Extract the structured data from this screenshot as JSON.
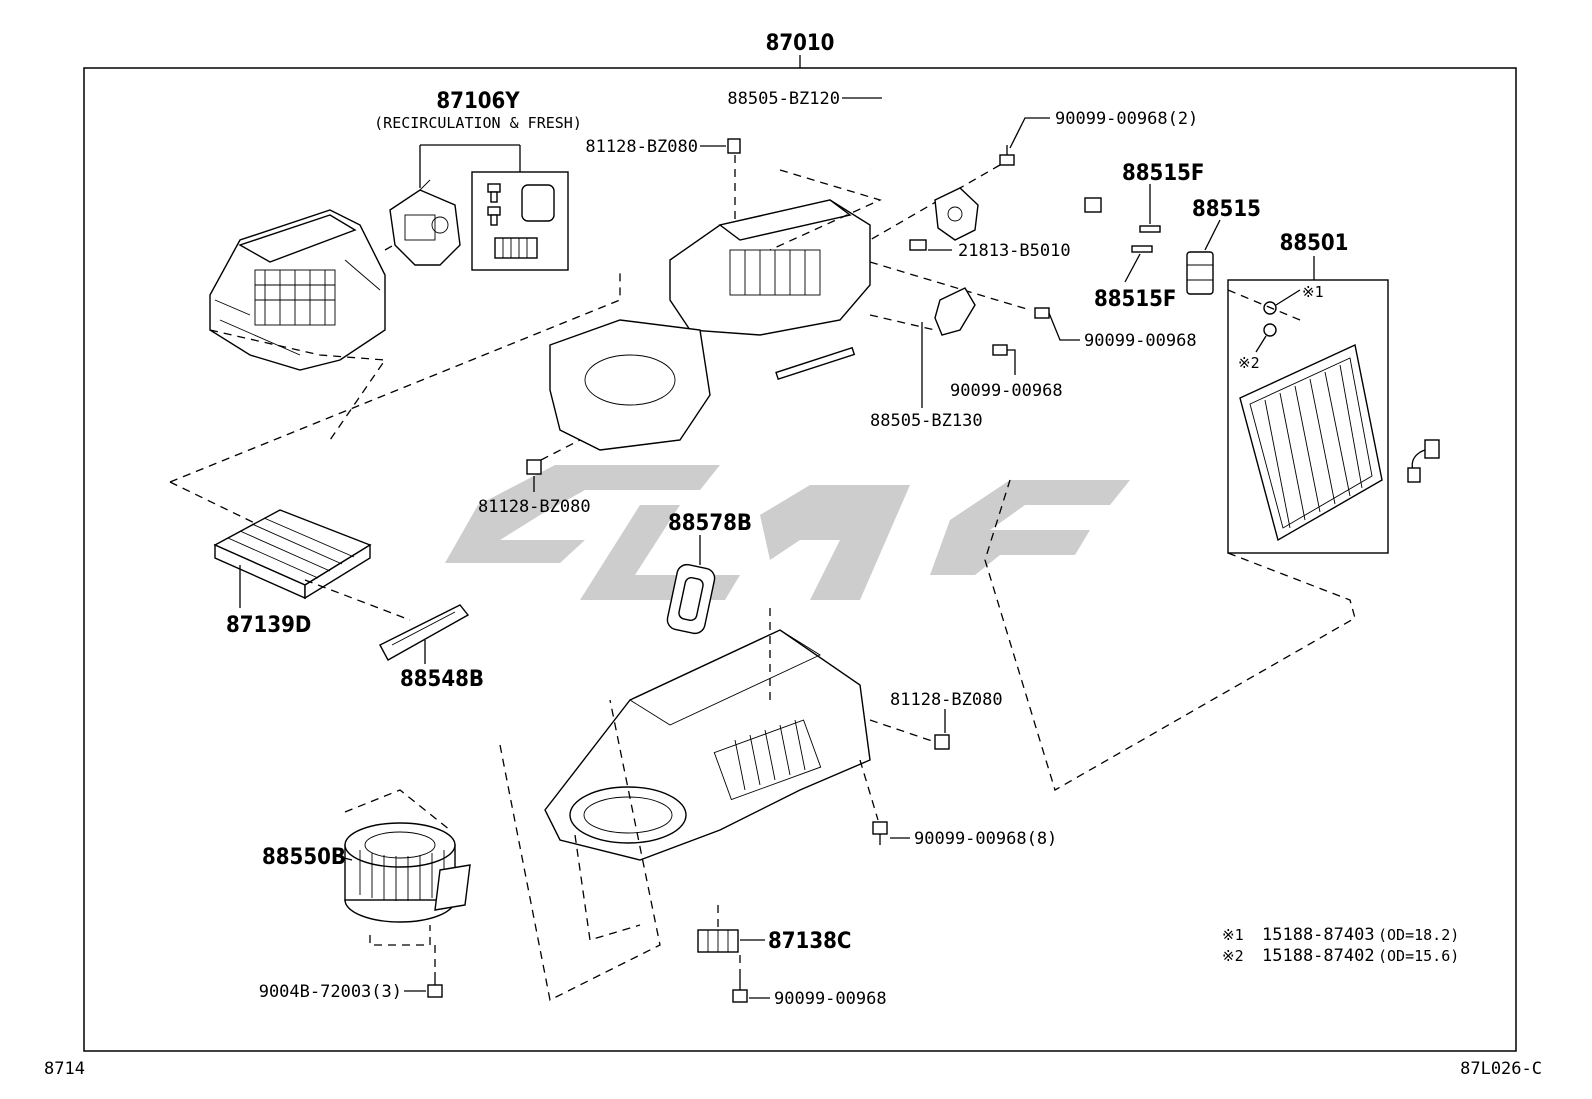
{
  "assembly": {
    "number": "87010"
  },
  "parts": {
    "damper_servo": {
      "number": "87106Y",
      "note": "(RECIRCULATION & FRESH)"
    },
    "hose": "88505-BZ120",
    "clip_top": "81128-BZ080",
    "screw_2": "90099-00968(2)",
    "bolt_f_top": "88515F",
    "bolt_f_bottom": "88515F",
    "expansion_valve": "88515",
    "evaporator": "88501",
    "sensor": "21813-B5010",
    "screw_a": "90099-00968",
    "screw_b": "90099-00968",
    "bracket": "88505-BZ130",
    "clip_mid": "81128-BZ080",
    "gasket": "88578B",
    "filter": "87139D",
    "filter_cover": "88548B",
    "clip_low": "81128-BZ080",
    "screw_8": "90099-00968(8)",
    "blower_motor": "88550B",
    "screw_blower": "9004B-72003(3)",
    "resistor": "87138C",
    "screw_resistor": "90099-00968"
  },
  "oring_marks": {
    "mark1": "※1",
    "mark2": "※2"
  },
  "notes": {
    "line1": {
      "mark": "※1",
      "part": "15188-87403",
      "spec": "(OD=18.2)"
    },
    "line2": {
      "mark": "※2",
      "part": "15188-87402",
      "spec": "(OD=15.6)"
    }
  },
  "footer": {
    "page_code": "8714",
    "figure_code": "87L026-C"
  },
  "colors": {
    "line": "#000000",
    "watermark": "#c8c8c8",
    "background": "#ffffff"
  }
}
